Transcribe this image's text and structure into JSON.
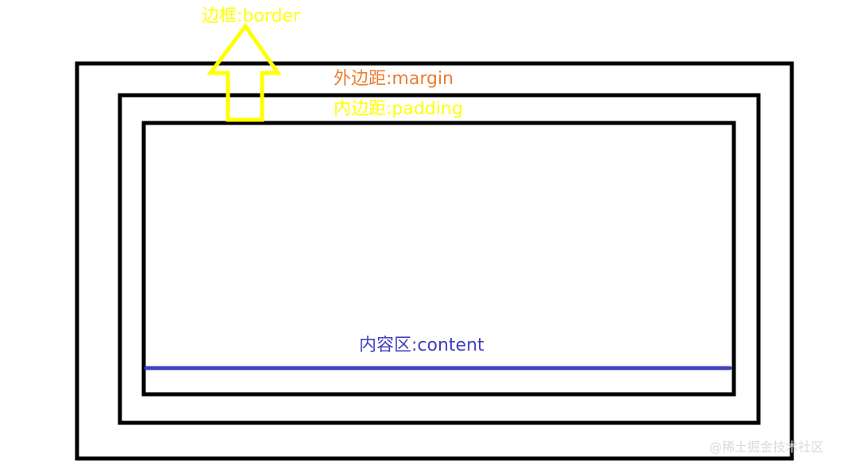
{
  "labels": {
    "border": "边框:border",
    "margin": "外边距:margin",
    "padding": "内边距:padding",
    "content": "内容区:content"
  },
  "watermark": "@稀土掘金技术社区",
  "colors": {
    "box_stroke": "#000000",
    "arrow": "#ffff00",
    "border_label": "#ffff00",
    "margin_label": "#ed7d31",
    "padding_label": "#ffff00",
    "content_label": "#4040c0",
    "content_line": "#4040c0",
    "watermark": "#d9d9d9"
  },
  "icons": {
    "arrow": "up-arrow-icon"
  }
}
